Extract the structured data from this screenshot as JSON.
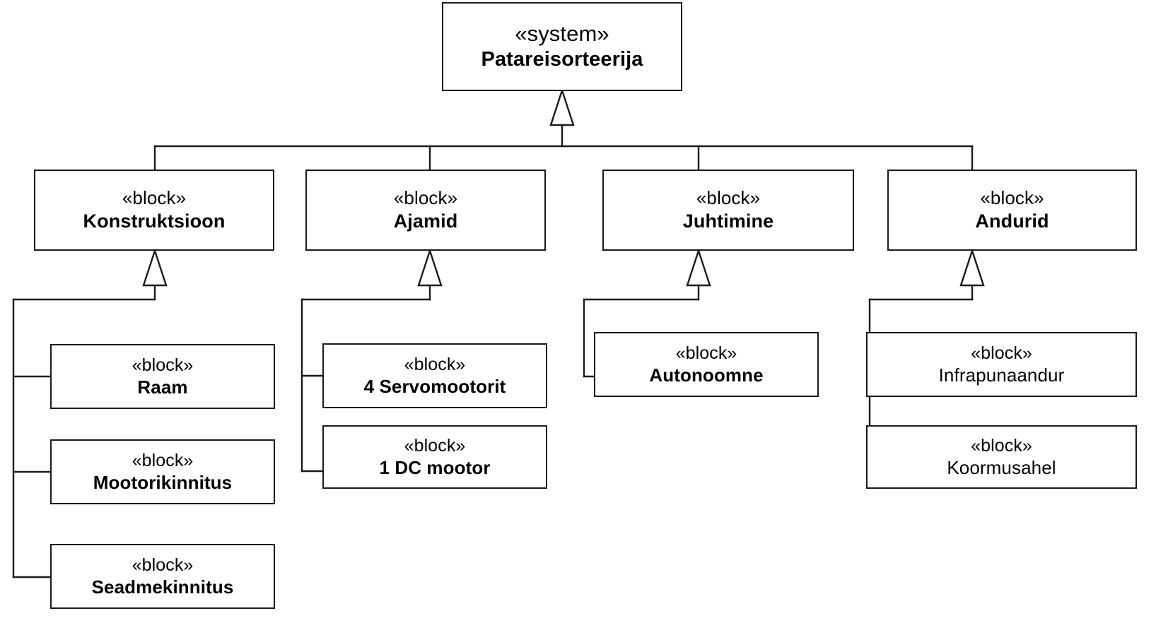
{
  "diagram": {
    "kind": "sysml-block-definition-diagram",
    "colors": {
      "line": "#1a1a1a",
      "background": "#ffffff",
      "text": "#000000"
    },
    "stereotypes": {
      "system": "«system»",
      "block": "«block»"
    },
    "root": {
      "stereotype": "«system»",
      "name": "Patareisorteerija"
    },
    "level2": [
      {
        "stereotype": "«block»",
        "name": "Konstruktsioon"
      },
      {
        "stereotype": "«block»",
        "name": "Ajamid"
      },
      {
        "stereotype": "«block»",
        "name": "Juhtimine"
      },
      {
        "stereotype": "«block»",
        "name": "Andurid"
      }
    ],
    "konstruktsioon_children": [
      {
        "stereotype": "«block»",
        "name": "Raam"
      },
      {
        "stereotype": "«block»",
        "name": "Mootorikinnitus"
      },
      {
        "stereotype": "«block»",
        "name": "Seadmekinnitus"
      }
    ],
    "ajamid_children": [
      {
        "stereotype": "«block»",
        "name": "4 Servomootorit"
      },
      {
        "stereotype": "«block»",
        "name": "1 DC mootor"
      }
    ],
    "juhtimine_children": [
      {
        "stereotype": "«block»",
        "name": "Autonoomne"
      }
    ],
    "andurid_children": [
      {
        "stereotype": "«block»",
        "name": "Infrapunaandur"
      },
      {
        "stereotype": "«block»",
        "name": "Koormusahel"
      }
    ]
  }
}
